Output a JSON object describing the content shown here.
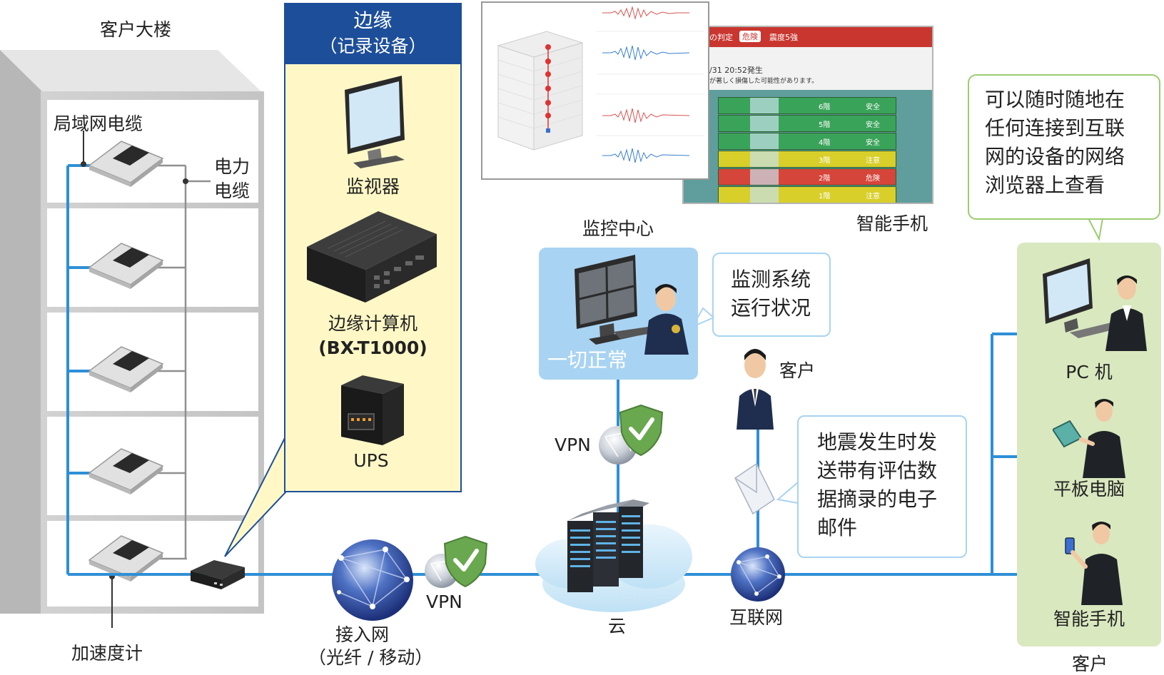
{
  "building": {
    "title": "客户大楼",
    "lan_cable": "局域网电缆",
    "power_cable": [
      "电力",
      "电缆"
    ],
    "accelerometer": "加速度计"
  },
  "edge": {
    "header": [
      "边缘",
      "（记录设备）"
    ],
    "monitor": "监视器",
    "computer": [
      "边缘计算机",
      "(BX-T1000)"
    ],
    "ups": "UPS"
  },
  "network": {
    "access": [
      "接入网",
      "（光纤 / 移动）"
    ],
    "vpn_left": "VPN",
    "vpn_center": "VPN",
    "cloud": "云",
    "internet": "互联网"
  },
  "monitoring_center": {
    "title": "监控中心",
    "status_text": "一切正常",
    "callout": [
      "监测系统",
      "运行状况"
    ]
  },
  "email": {
    "customer": "客户",
    "callout": [
      "地震发生时发",
      "送带有评估数",
      "据摘录的电子",
      "邮件"
    ]
  },
  "smartphone_panel": {
    "label": "智能手机",
    "header_text": "の判定",
    "header_badge": "危険",
    "header_extra": "震度5強",
    "date_text": "/31  20:52発生",
    "sub_text": "が著しく損傷した可能性があります。",
    "floors": [
      {
        "floor": "6階",
        "status": "安全",
        "color": "#3aa35a"
      },
      {
        "floor": "5階",
        "status": "安全",
        "color": "#3aa35a"
      },
      {
        "floor": "4階",
        "status": "安全",
        "color": "#3aa35a"
      },
      {
        "floor": "3階",
        "status": "注意",
        "color": "#d8cf2a"
      },
      {
        "floor": "2階",
        "status": "危険",
        "color": "#d6453a"
      },
      {
        "floor": "1階",
        "status": "注意",
        "color": "#d8cf2a"
      }
    ]
  },
  "browser_callout": [
    "可以随时随地在",
    "任何连接到互联",
    "网的设备的网络",
    "浏览器上查看"
  ],
  "customer_panel": {
    "pc": "PC 机",
    "tablet": "平板电脑",
    "smartphone": "智能手机",
    "title": "客户"
  },
  "colors": {
    "network_line": "#2f8fd6",
    "edge_header": "#1d4e9a",
    "edge_body": "#fff8c6",
    "customer_panel": "#d9e8bf",
    "monitor_panel": "#a9d3f2"
  }
}
